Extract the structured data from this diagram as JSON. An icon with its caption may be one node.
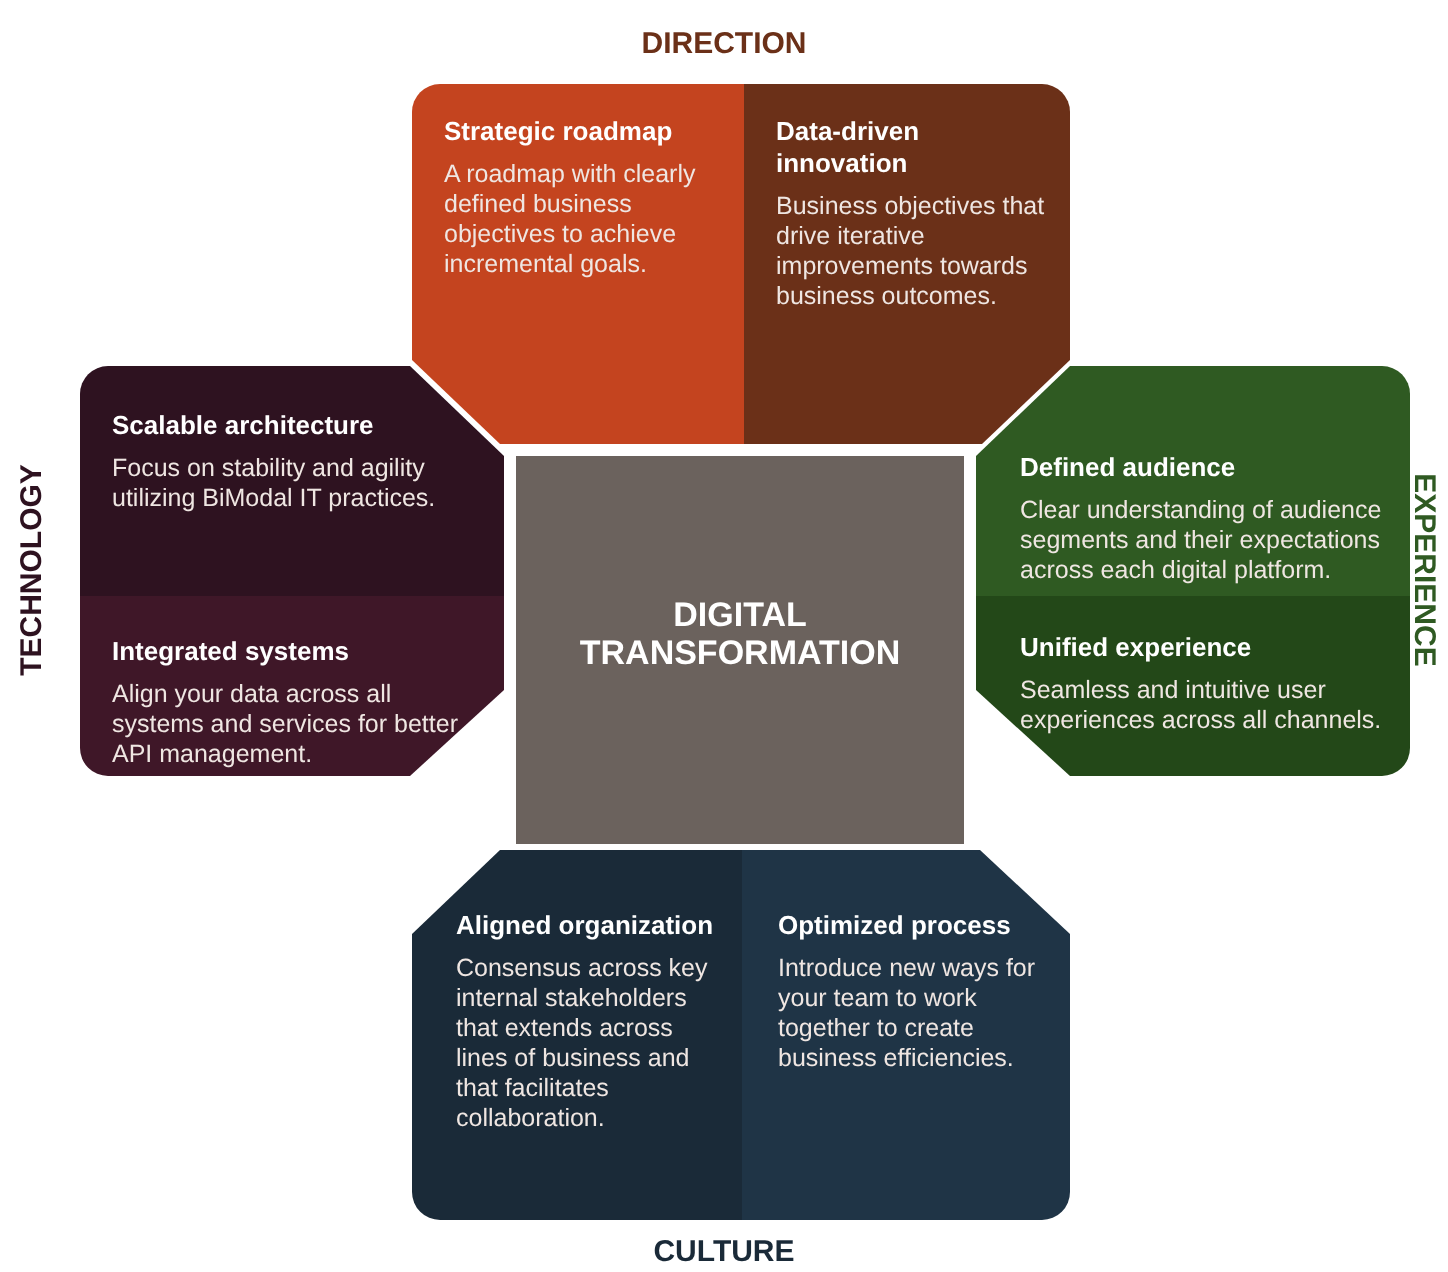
{
  "diagram": {
    "nodes": [
      {
        "text": [
          "Strategic roadmap",
          "A roadmap with clearly defined business objectives to achieve incremental goals."
        ]
      },
      {
        "text": [
          "Data-driven innovation",
          "Business objectives that drive iterative improvements towards business outcomes."
        ]
      },
      {
        "text": [
          "Scalable architecture",
          "Focus on stability and agility utilizing BiModal IT practices."
        ]
      },
      {
        "text": [
          "Defined audience",
          "Clear understanding of audience segments and their expectations across each digital platform."
        ]
      },
      {
        "text": [
          "DIGITAL TRANSFORMATION"
        ]
      },
      {
        "text": [
          "Integrated systems",
          "Align your data across all systems and services for better API management."
        ]
      },
      {
        "text": [
          "Unified experience",
          "Seamless and intuitive user experiences across all channels."
        ]
      },
      {
        "text": [
          "Aligned organization",
          "Consensus across key internal stakeholders that extends across lines of business and that facilitates collaboration."
        ]
      },
      {
        "text": [
          "Optimized process",
          "Introduce new ways for your team to work together to create business efficiencies."
        ]
      }
    ],
    "labels": [
      "DIRECTION",
      "TECHNOLOGY",
      "EXPERIENCE",
      "CULTURE"
    ]
  }
}
